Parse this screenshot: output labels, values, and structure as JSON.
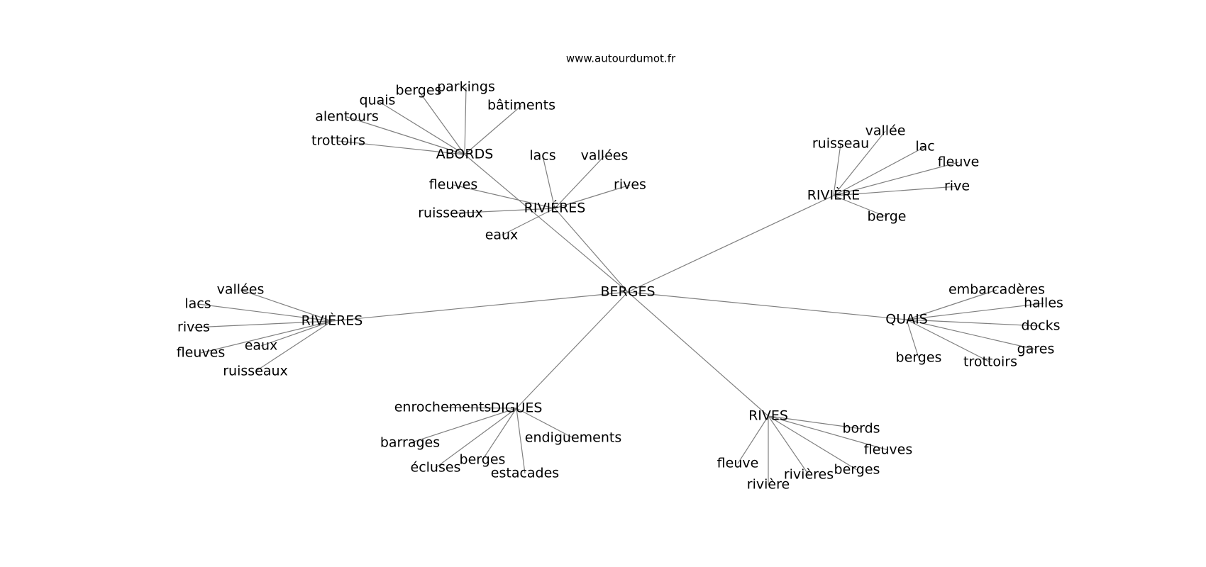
{
  "site": "www.autourdumot.fr",
  "center": "BERGES",
  "clusters": [
    {
      "label": "ABORDS",
      "words": [
        "parkings",
        "berges",
        "quais",
        "alentours",
        "trottoirs",
        "bâtiments"
      ]
    },
    {
      "label": "RIVIÉRES",
      "words": [
        "lacs",
        "vallées",
        "rives",
        "fleuves",
        "ruisseaux",
        "eaux"
      ]
    },
    {
      "label": "RIVIÈRE",
      "words": [
        "vallée",
        "ruisseau",
        "lac",
        "fleuve",
        "rive",
        "berge"
      ]
    },
    {
      "label": "RIVIÈRES",
      "words": [
        "vallées",
        "lacs",
        "rives",
        "fleuves",
        "eaux",
        "ruisseaux"
      ]
    },
    {
      "label": "QUAIS",
      "words": [
        "embarcadères",
        "halles",
        "docks",
        "gares",
        "trottoirs",
        "berges"
      ]
    },
    {
      "label": "DIGUES",
      "words": [
        "enrochements",
        "barrages",
        "écluses",
        "berges",
        "estacades",
        "endiguements"
      ]
    },
    {
      "label": "RIVES",
      "words": [
        "bords",
        "fleuves",
        "berges",
        "rivières",
        "rivière",
        "fleuve"
      ]
    }
  ]
}
